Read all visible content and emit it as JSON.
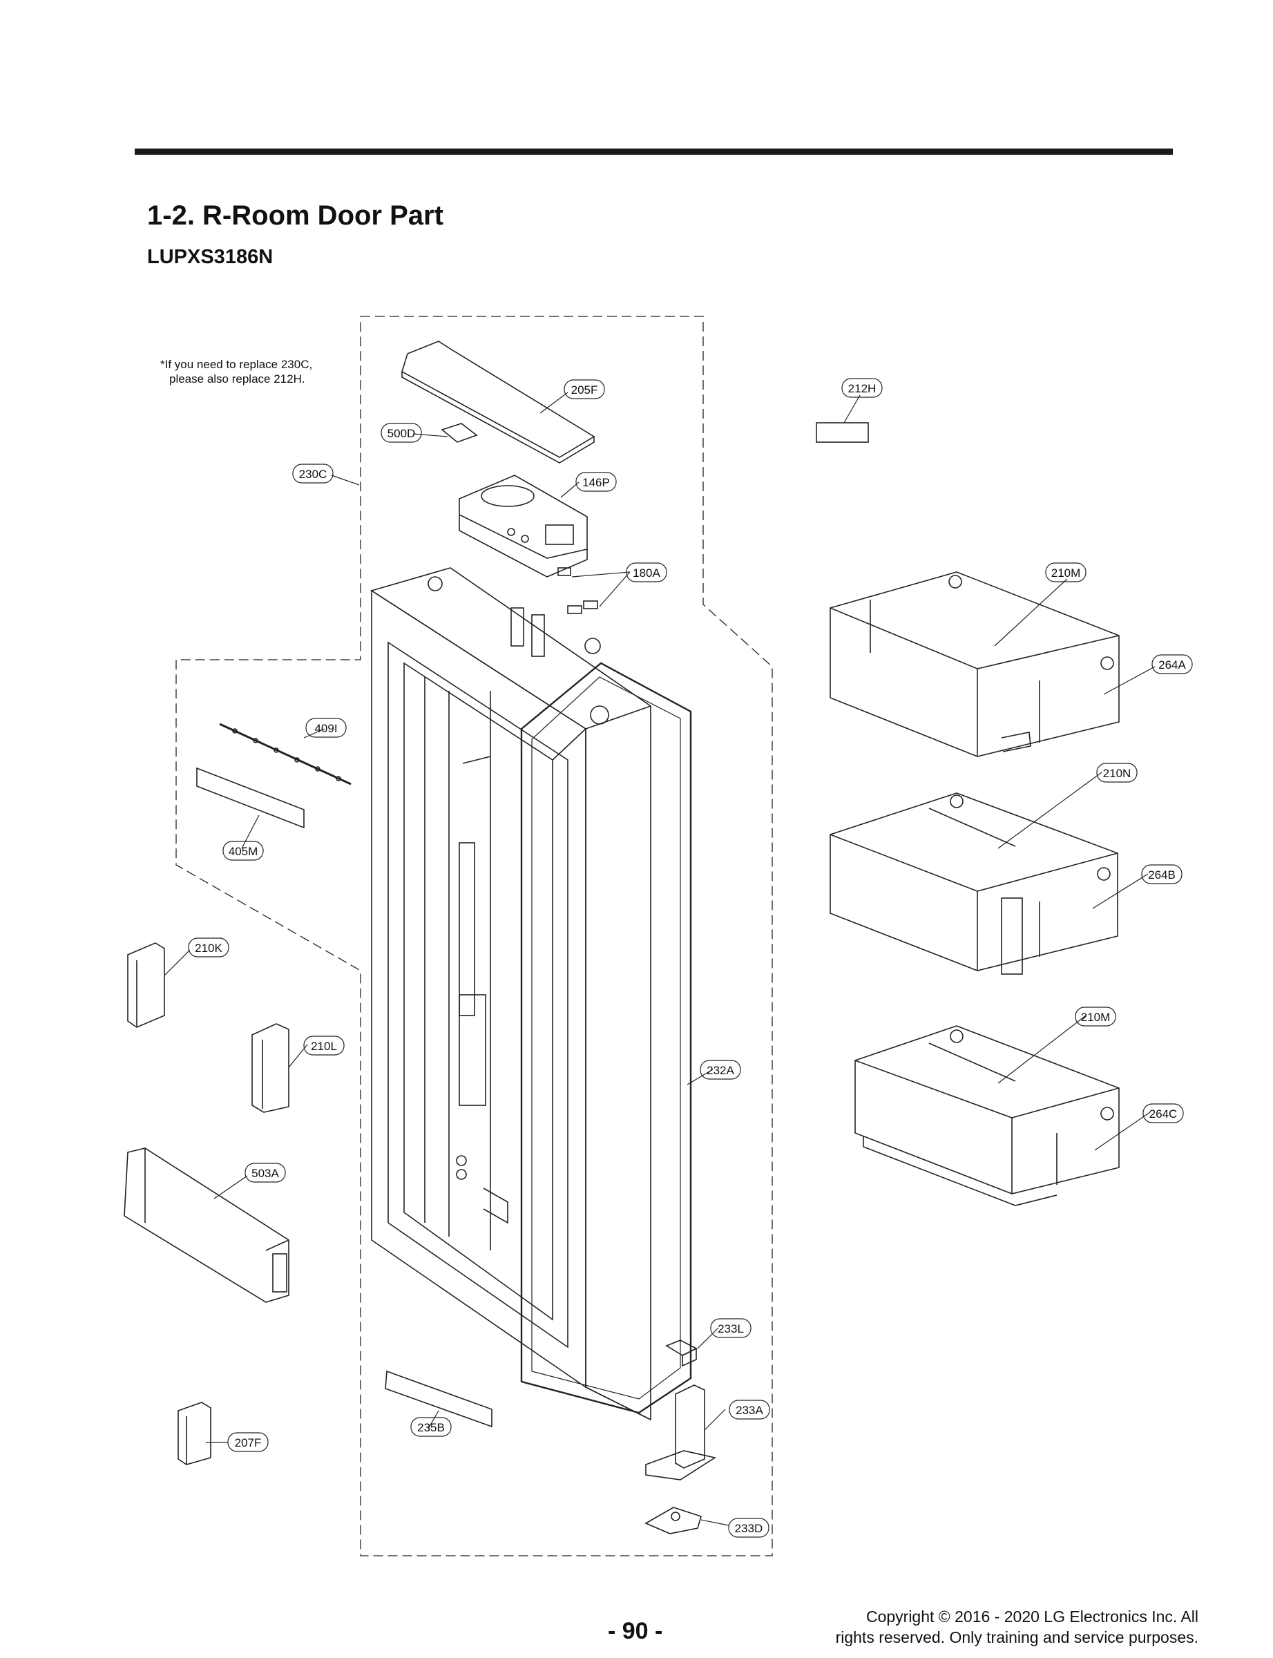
{
  "header": {
    "title": "1-2. R-Room Door Part",
    "model": "LUPXS3186N"
  },
  "note": {
    "line1": "*If you need to replace 230C,",
    "line2": "please also replace 212H."
  },
  "callouts": {
    "c205F": "205F",
    "c500D": "500D",
    "c230C": "230C",
    "c146P": "146P",
    "c180A": "180A",
    "c212H": "212H",
    "c210M_top": "210M",
    "c264A": "264A",
    "c409I": "409I",
    "c405M": "405M",
    "c210N": "210N",
    "c264B": "264B",
    "c210K": "210K",
    "c210L": "210L",
    "c232A": "232A",
    "c210M_bottom": "210M",
    "c264C": "264C",
    "c503A": "503A",
    "c233L": "233L",
    "c233A": "233A",
    "c207F": "207F",
    "c235B": "235B",
    "c233D": "233D"
  },
  "footer": {
    "page_number": "- 90 -",
    "copyright_line1": "Copyright © 2016 - 2020 LG Electronics Inc. All",
    "copyright_line2": "rights reserved. Only training and service purposes."
  }
}
